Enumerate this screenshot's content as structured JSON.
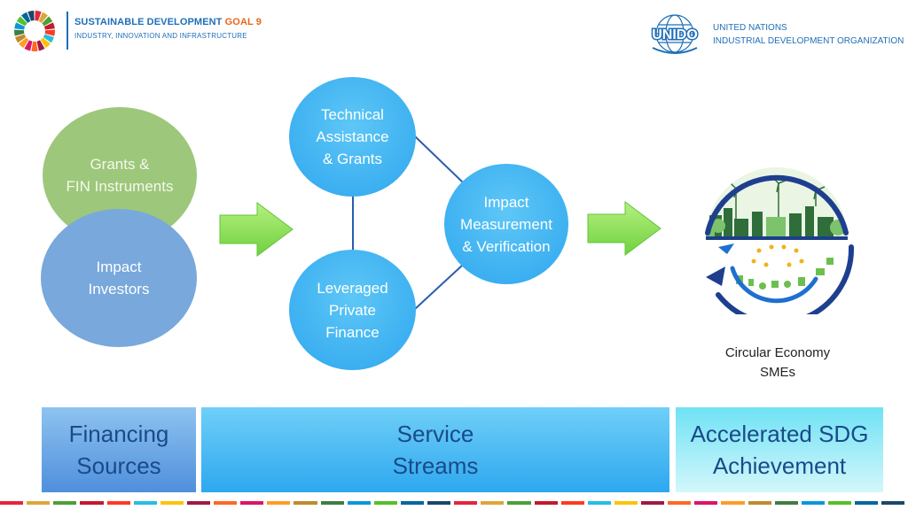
{
  "header": {
    "sdg_title_prefix": "SUSTAINABLE DEVELOPMENT",
    "sdg_title_goal": "GOAL 9",
    "sdg_subtitle": "INDUSTRY, INNOVATION AND INFRASTRUCTURE",
    "org_logo_text": "UNIDO",
    "org_name_line1": "UNITED NATIONS",
    "org_name_line2": "INDUSTRIAL DEVELOPMENT ORGANIZATION"
  },
  "sources": {
    "grants": "Grants &\nFIN Instruments",
    "investors": "Impact\nInvestors"
  },
  "services": {
    "technical": "Technical\nAssistance\n& Grants",
    "leveraged": "Leveraged\nPrivate\nFinance",
    "measurement": "Impact\nMeasurement\n& Verification"
  },
  "outcome": {
    "caption": "Circular Economy\nSMEs"
  },
  "bottom_bars": {
    "financing": "Financing\nSources",
    "service": "Service\nStreams",
    "accelerated": "Accelerated SDG\nAchievement"
  },
  "colors": {
    "brand_blue": "#1f6fb8",
    "goal_orange": "#e8661a",
    "green_circle": "#9dc77a",
    "investor_circle": "#78a8dc",
    "service_circle": "#2ea6ef",
    "arrow_green": "#8fe05a",
    "connector": "#2a5db0"
  },
  "sdg_colors": [
    "#e5243b",
    "#dda63a",
    "#4c9f38",
    "#c5192d",
    "#ff3a21",
    "#26bde2",
    "#fcc30b",
    "#a21942",
    "#fd6925",
    "#dd1367",
    "#fd9d24",
    "#bf8b2e",
    "#3f7e44",
    "#0a97d9",
    "#56c02b",
    "#00689d",
    "#19486a"
  ]
}
